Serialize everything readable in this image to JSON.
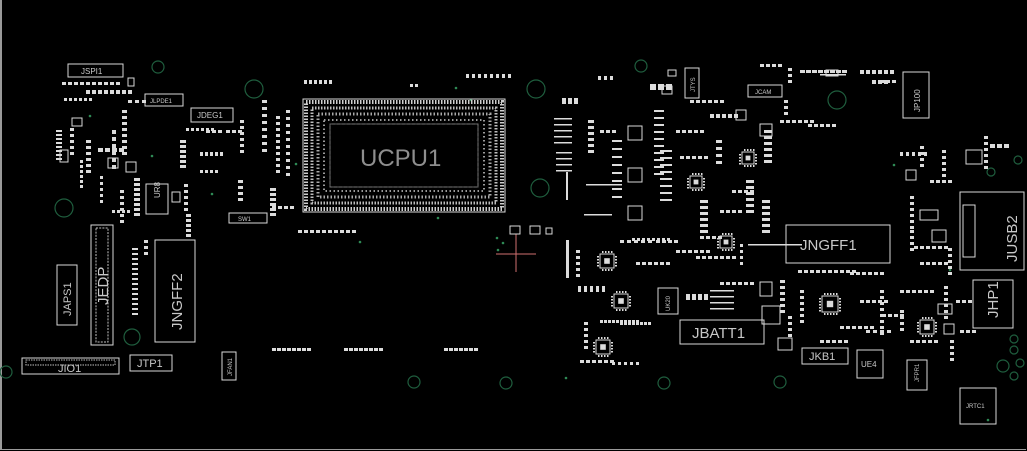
{
  "board": {
    "background": "#000000",
    "outline_color": "#d9d9d9",
    "label_color": "#c8c8c8",
    "mounting_ring_color": "#1f5e3e",
    "via_color": "#2e8a55",
    "cursor_color": "#d07070"
  },
  "labels": {
    "ucpu1": "UCPU1",
    "jspi1": "JSPI1",
    "jlpde1": "JLPDE1",
    "jdeg1": "JDEG1",
    "ur8": "UR8",
    "sw1": "SW1",
    "japs1": "JAPS1",
    "jedp": "JEDP",
    "jngff2": "JNGFF2",
    "jio1": "JIO1",
    "jtp1": "JTP1",
    "jfan1": "JFAN1",
    "jngff1": "JNGFF1",
    "jbatt1": "JBATT1",
    "jkb1": "JKB1",
    "ue4": "UE4",
    "jfpr1": "JFPR1",
    "jusb2": "JUSB2",
    "jhp1": "JHP1",
    "jrtc1": "JRTC1",
    "jcam": "JCAM",
    "jtys": "JTYS",
    "jp100": "JP100",
    "uk20": "UK20"
  }
}
